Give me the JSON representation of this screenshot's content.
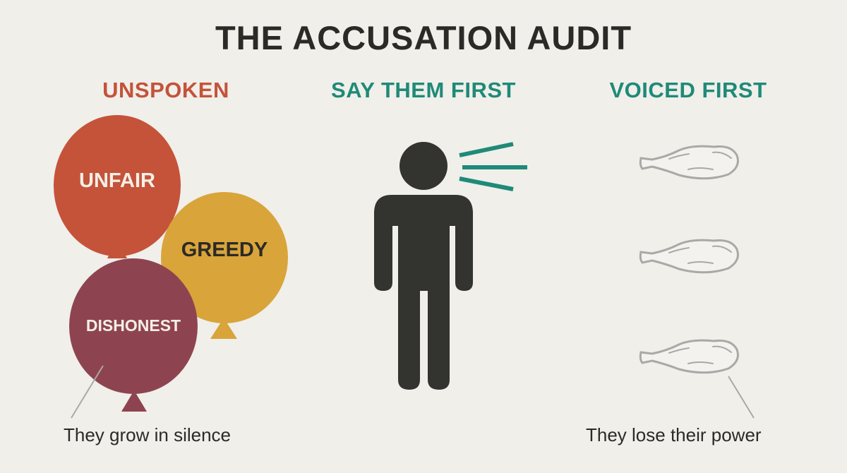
{
  "title": "THE ACCUSATION AUDIT",
  "columns": [
    {
      "id": "unspoken",
      "heading": "UNSPOKEN",
      "color": "#c4533a"
    },
    {
      "id": "say-them-first",
      "heading": "SAY THEM FIRST",
      "color": "#1f8a78"
    },
    {
      "id": "voiced-first",
      "heading": "VOICED FIRST",
      "color": "#1f8a78"
    }
  ],
  "balloons": [
    {
      "label": "UNFAIR",
      "color": "#c4533a",
      "text_color": "#f5efe6"
    },
    {
      "label": "GREEDY",
      "color": "#d9a43a",
      "text_color": "#2b2a27"
    },
    {
      "label": "DISHONEST",
      "color": "#8e4450",
      "text_color": "#f5efe6"
    }
  ],
  "figure": {
    "body_color": "#333330",
    "speech_lines_color": "#1f8a78"
  },
  "deflated_balloons": {
    "count": 3,
    "stroke_color": "#a9a9a5"
  },
  "captions": {
    "left": "They grow in silence",
    "right": "They lose their power"
  }
}
